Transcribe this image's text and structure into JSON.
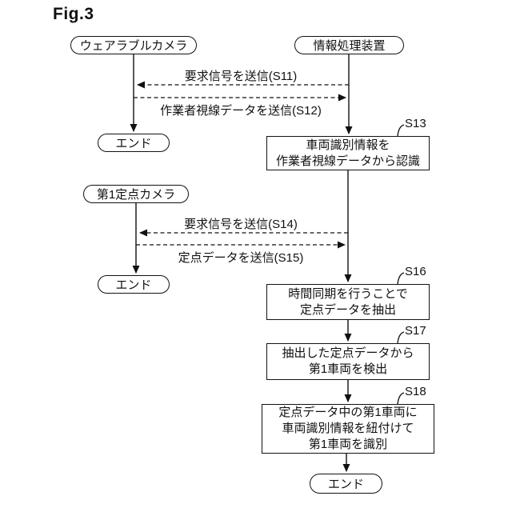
{
  "figure": {
    "title": "Fig.3"
  },
  "lifelines": {
    "wearable_camera": "ウェアラブルカメラ",
    "info_processor": "情報処理装置",
    "fixed_camera": "第1定点カメラ"
  },
  "messages": {
    "s11": "要求信号を送信(S11)",
    "s12": "作業者視線データを送信(S12)",
    "s14": "要求信号を送信(S14)",
    "s15": "定点データを送信(S15)"
  },
  "steps": {
    "s13": {
      "label": "S13",
      "lines": [
        "車両識別情報を",
        "作業者視線データから認識"
      ]
    },
    "s16": {
      "label": "S16",
      "lines": [
        "時間同期を行うことで",
        "定点データを抽出"
      ]
    },
    "s17": {
      "label": "S17",
      "lines": [
        "抽出した定点データから",
        "第1車両を検出"
      ]
    },
    "s18": {
      "label": "S18",
      "lines": [
        "定点データ中の第1車両に",
        "車両識別情報を紐付けて",
        "第1車両を識別"
      ]
    }
  },
  "terminators": {
    "end": "エンド"
  },
  "colors": {
    "ink": "#111111",
    "background": "#ffffff"
  }
}
